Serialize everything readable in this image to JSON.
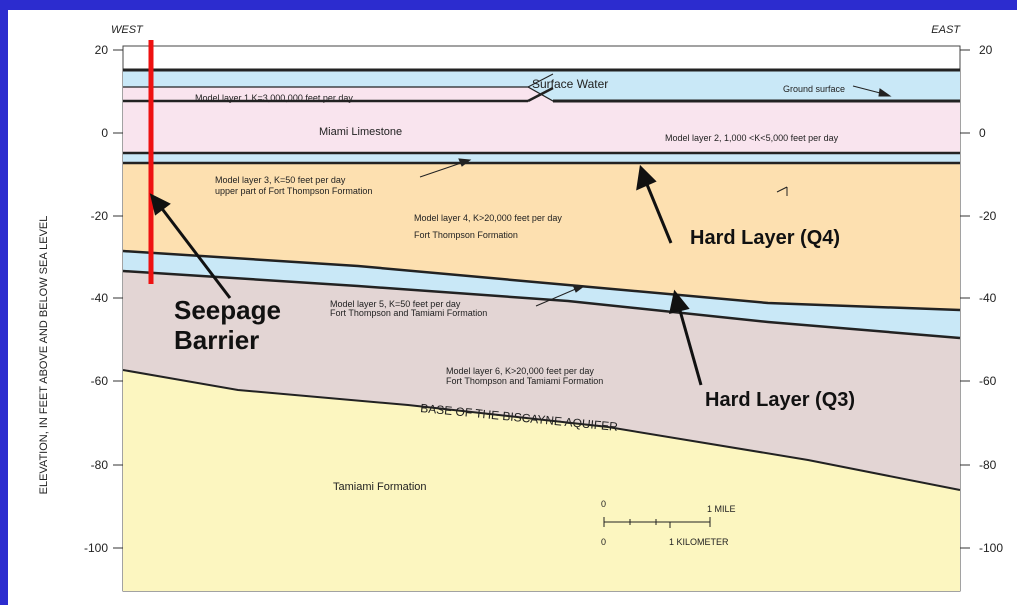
{
  "title_bar": {
    "accent": "#2c2ccf"
  },
  "diagram": {
    "direction_left": "WEST",
    "direction_right": "EAST",
    "y_axis_label": "ELEVATION, IN FEET ABOVE AND BELOW SEA LEVEL",
    "y_ticks": [
      "20",
      "0",
      "-20",
      "-40",
      "-60",
      "-80",
      "-100"
    ],
    "labels": {
      "surface_water": "Surface Water",
      "ground_surface": "Ground surface",
      "layer1": "Model layer 1 K=3,000,000 feet per day",
      "miami_limestone": "Miami Limestone",
      "layer2": "Model layer 2, 1,000 <K<5,000 feet per day",
      "layer3_a": "Model layer 3, K=50 feet per day",
      "layer3_b": "upper part of Fort Thompson Formation",
      "layer4_a": "Model layer 4, K>20,000 feet per day",
      "layer4_b": "Fort Thompson Formation",
      "layer5_a": "Model layer 5, K=50 feet per day",
      "layer5_b": "Fort Thompson and Tamiami Formation",
      "layer6_a": "Model layer 6, K>20,000 feet per day",
      "layer6_b": "Fort Thompson and Tamiami Formation",
      "base": "BASE OF THE BISCAYNE AQUIFER",
      "tamiami": "Tamiami Formation"
    },
    "scale": {
      "zero_top": "0",
      "mile": "1 MILE",
      "zero_bottom": "0",
      "km": "1 KILOMETER"
    },
    "colors": {
      "water": "#c9e8f7",
      "limestone": "#f9e4ee",
      "fort_thompson": "#fde0b0",
      "tamiami_layer": "#e3d5d4",
      "tamiami_formation": "#fcf6c0",
      "barrier": "#ee1111"
    }
  },
  "annotations": {
    "seepage_barrier_line1": "Seepage",
    "seepage_barrier_line2": "Barrier",
    "hard_layer_q4": "Hard Layer (Q4)",
    "hard_layer_q3": "Hard Layer (Q3)"
  }
}
